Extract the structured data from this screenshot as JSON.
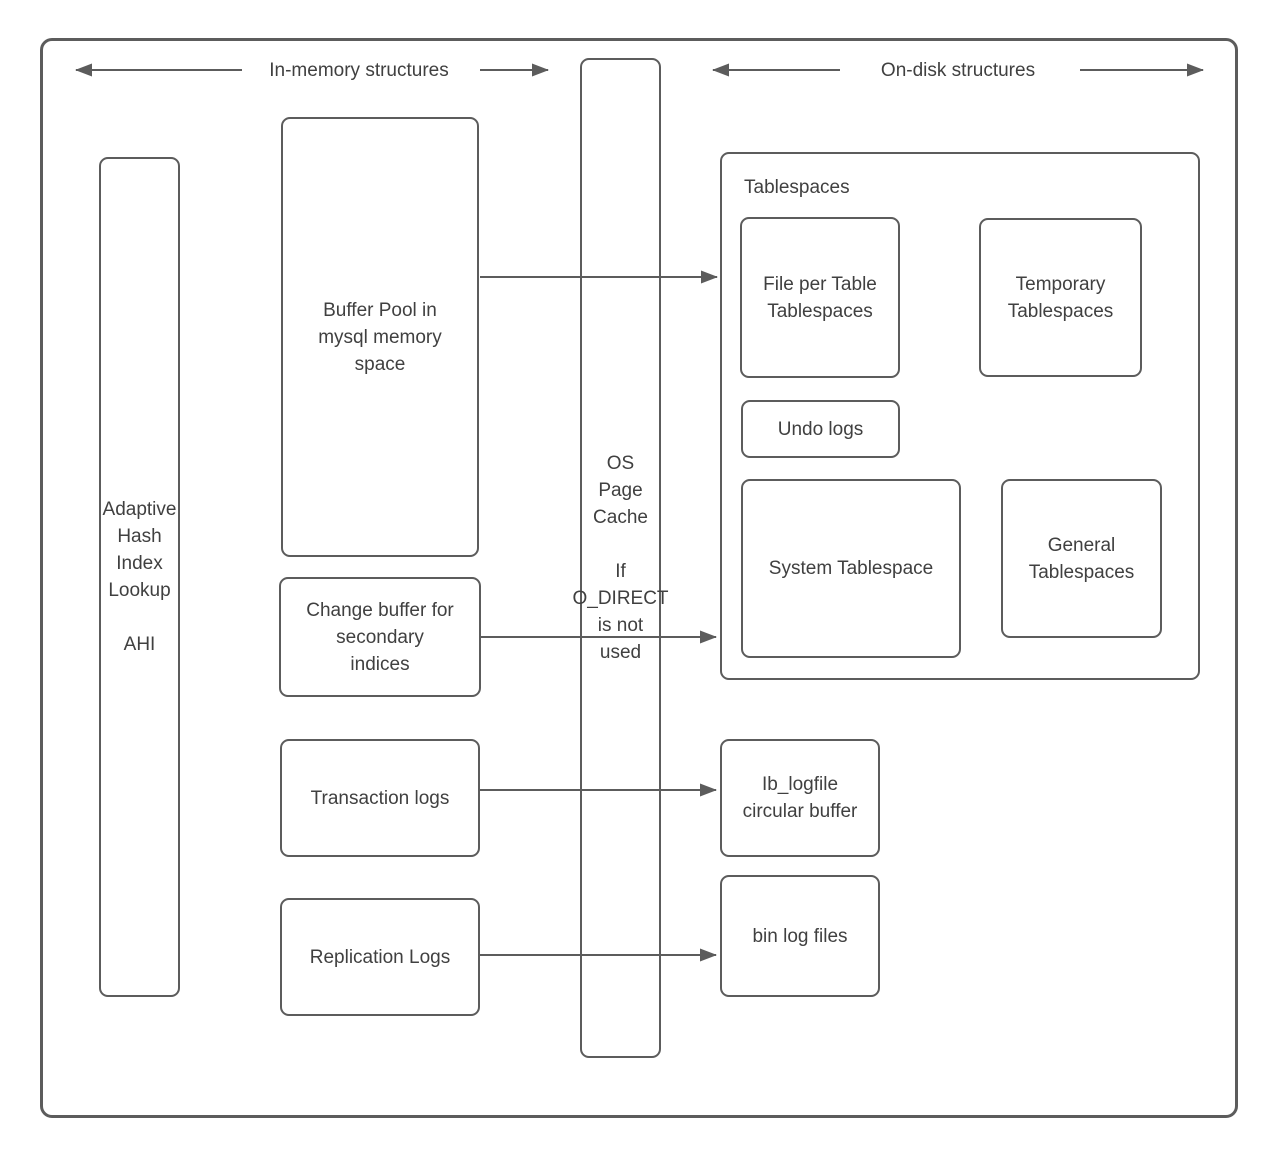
{
  "header": {
    "in_memory_label": "In-memory structures",
    "on_disk_label": "On-disk structures"
  },
  "in_memory": {
    "ahi_label": "Adaptive\nHash\nIndex\nLookup\n\nAHI",
    "buffer_pool_label": "Buffer Pool in\nmysql memory\nspace",
    "change_buffer_label": "Change buffer for\nsecondary\nindices",
    "transaction_logs_label": "Transaction logs",
    "replication_logs_label": "Replication Logs"
  },
  "cache": {
    "os_page_cache_label": "OS\nPage\nCache\n\nIf\nO_DIRECT\nis not\nused"
  },
  "on_disk": {
    "tablespaces_title": "Tablespaces",
    "file_per_table_label": "File per Table\nTablespaces",
    "temporary_label": "Temporary\nTablespaces",
    "undo_logs_label": "Undo logs",
    "system_tablespace_label": "System Tablespace",
    "general_label": "General\nTablespaces",
    "ib_logfile_label": "Ib_logfile\ncircular buffer",
    "bin_log_files_label": "bin log files"
  },
  "colors": {
    "line": "#5c5c5c",
    "text": "#404040",
    "background": "#ffffff"
  }
}
